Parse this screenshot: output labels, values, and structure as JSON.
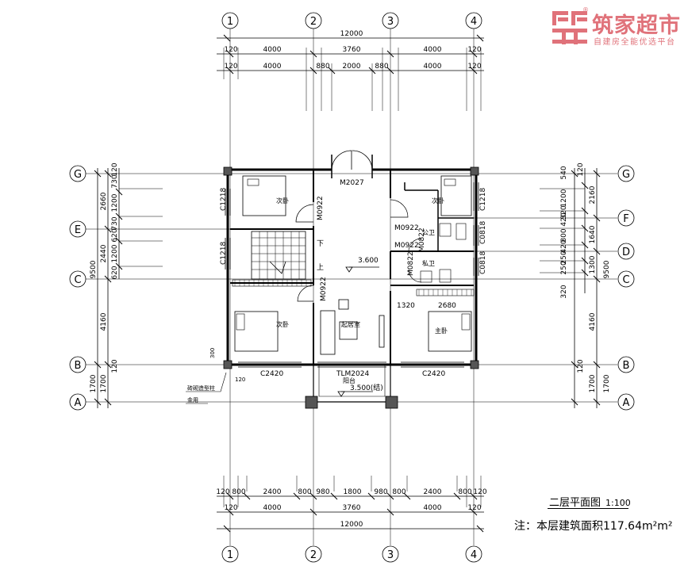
{
  "logo": {
    "name": "筑家超市",
    "tagline": "自建房全能优选平台",
    "reg": "®"
  },
  "axes": {
    "columns": [
      "1",
      "2",
      "3",
      "4"
    ],
    "rows": [
      "G",
      "E",
      "C",
      "B",
      "A"
    ],
    "rows_right": [
      "G",
      "F",
      "D",
      "C",
      "B",
      "A"
    ]
  },
  "dims": {
    "top_total": "12000",
    "top_row1": [
      "120",
      "4000",
      "3760",
      "4000",
      "120"
    ],
    "top_row2": [
      "120",
      "4000",
      "880",
      "2000",
      "880",
      "4000",
      "120"
    ],
    "bottom_row1": [
      "120",
      "800",
      "2400",
      "800",
      "980",
      "1800",
      "980",
      "800",
      "2400",
      "800",
      "120"
    ],
    "bottom_row2": [
      "120",
      "4000",
      "3760",
      "4000",
      "120"
    ],
    "bottom_total": "12000",
    "left_outer": [
      "9500",
      "1700"
    ],
    "left_mid": [
      "2660",
      "2440",
      "4160",
      "1700"
    ],
    "left_inner": [
      "730",
      "1200",
      "730",
      "620",
      "1200",
      "620",
      "120",
      "120"
    ],
    "right_outer": [
      "9500",
      "1700"
    ],
    "right_mid": [
      "2160",
      "1640",
      "1300",
      "4160",
      "1700"
    ],
    "right_inner": [
      "540",
      "120",
      "1200",
      "420",
      "320",
      "800",
      "420",
      "250",
      "250",
      "320",
      "120"
    ]
  },
  "rooms": {
    "bedroom_nw": "次卧",
    "bedroom_sw": "次卧",
    "bedroom_ne": "次卧",
    "master": "主卧",
    "living": "起居室",
    "public_bath": "公卫",
    "private_bath": "私卫",
    "balcony": "阳台"
  },
  "labels": {
    "m2027": "M2027",
    "m0922_a": "M0922",
    "m0922_b": "M0922",
    "m0922_c": "M0922",
    "m0922_d": "M0922",
    "m0822": "M0822",
    "m0822_b": "M0822",
    "c1218_a": "C1218",
    "c1218_b": "C1218",
    "c1218_c": "C1218",
    "c0818_a": "C0818",
    "c0818_b": "C0818",
    "c2420_a": "C2420",
    "c2420_b": "C2420",
    "tlm2024": "TLM2024",
    "elev_floor": "3.600",
    "elev_balcony": "3.500(结)",
    "stair_down": "下",
    "stair_up": "上",
    "dim_1320": "1320",
    "dim_2680": "2680",
    "deco_col": "砖砌造型柱",
    "deco_col2": "金用",
    "small_300": "300",
    "small_120": "120"
  },
  "title": {
    "name": "二层平面图",
    "scale": "1:100"
  },
  "note": {
    "prefix": "注：本层建筑面积",
    "value": "117.64m²m²"
  }
}
